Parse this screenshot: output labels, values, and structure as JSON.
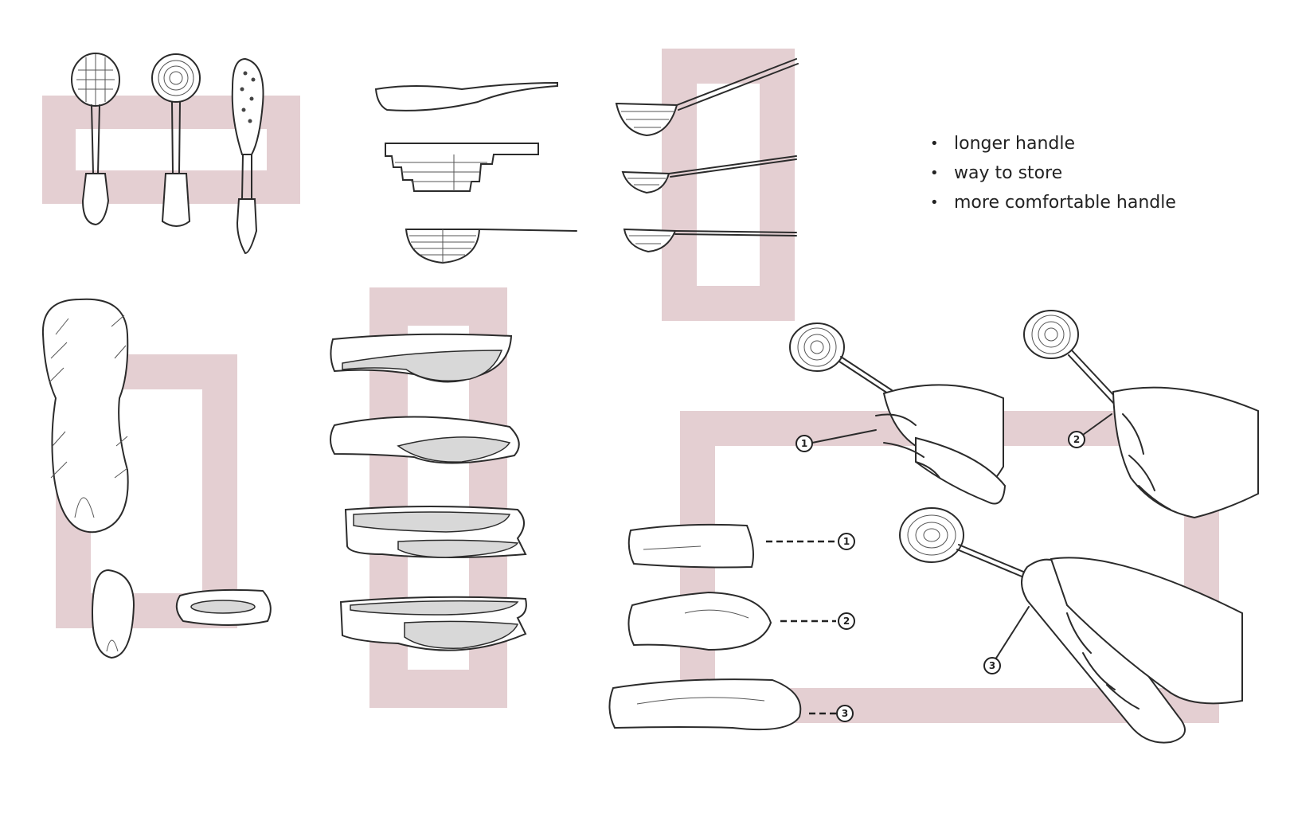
{
  "notes": {
    "items": [
      {
        "label": "longer handle"
      },
      {
        "label": "way to store"
      },
      {
        "label": "more comfortable handle"
      }
    ]
  },
  "callouts": {
    "profile_1": "1",
    "profile_2": "2",
    "profile_3": "3",
    "grip_1": "1",
    "grip_2": "2",
    "grip_3": "3"
  },
  "colors": {
    "frame": "#e4cfd2",
    "ink": "#2b2b2b",
    "background": "#ffffff"
  }
}
